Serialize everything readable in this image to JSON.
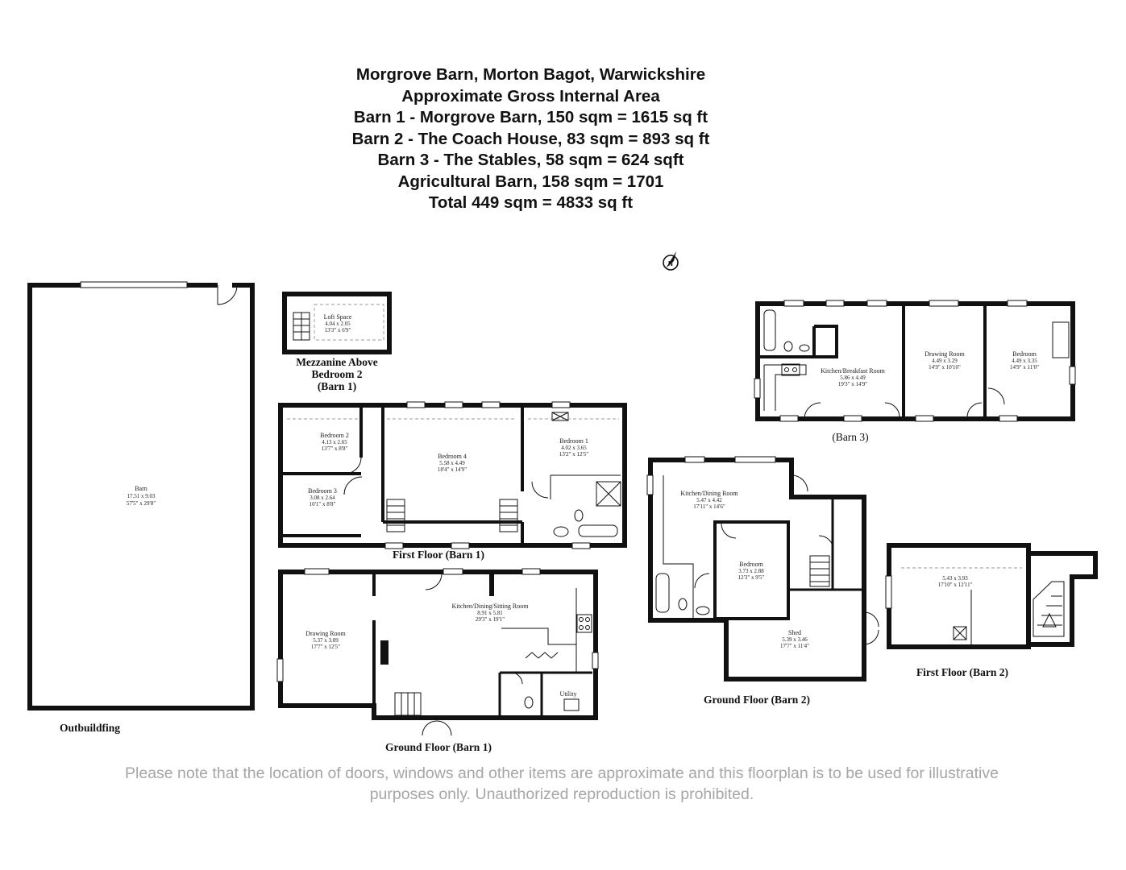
{
  "header": {
    "lines": [
      "Morgrove Barn, Morton Bagot, Warwickshire",
      "Approximate Gross Internal Area",
      "Barn 1 - Morgrove Barn, 150 sqm = 1615 sq ft",
      "Barn 2 - The Coach House, 83 sqm = 893 sq ft",
      "Barn 3 - The Stables, 58 sqm = 624 sqft",
      "Agricultural Barn, 158 sqm = 1701",
      "Total 449 sqm = 4833 sq ft"
    ]
  },
  "compass": {
    "symbol": "N"
  },
  "outbuilding": {
    "label": "Outbuildfing",
    "room": {
      "name": "Barn",
      "metric": "17.51 x 9.03",
      "imperial": "57'5\" x 29'8\""
    }
  },
  "mezzanine": {
    "label_lines": [
      "Mezzanine Above",
      "Bedroom 2",
      "(Barn 1)"
    ],
    "room": {
      "name": "Loft Space",
      "metric": "4.04 x 2.05",
      "imperial": "13'3\" x 6'9\""
    }
  },
  "barn1_first": {
    "label": "First Floor (Barn 1)",
    "rooms": {
      "bedroom2": {
        "name": "Bedroom 2",
        "metric": "4.13 x 2.65",
        "imperial": "13'7\" x 8'8\""
      },
      "bedroom3": {
        "name": "Bedroom 3",
        "metric": "3.08 x 2.64",
        "imperial": "10'1\" x 8'8\""
      },
      "bedroom4": {
        "name": "Bedroom 4",
        "metric": "5.58 x 4.49",
        "imperial": "18'4\" x 14'9\""
      },
      "bedroom1": {
        "name": "Bedroom 1",
        "metric": "4.02 x 3.65",
        "imperial": "13'2\" x 12'5\""
      }
    }
  },
  "barn1_ground": {
    "label": "Ground Floor (Barn 1)",
    "rooms": {
      "drawing": {
        "name": "Drawing Room",
        "metric": "5.37 x 3.89",
        "imperial": "17'7\" x 12'5\""
      },
      "kitchen": {
        "name": "Kitchen/Dining/Sitting Room",
        "metric": "8.91 x 5.81",
        "imperial": "29'3\" x 19'1\""
      },
      "utility": {
        "name": "Utility"
      }
    }
  },
  "barn2_ground": {
    "label": "Ground Floor (Barn 2)",
    "rooms": {
      "kitchen": {
        "name": "Kitchen/Dining Room",
        "metric": "5.47 x 4.42",
        "imperial": "17'11\" x 14'6\""
      },
      "bedroom": {
        "name": "Bedroom",
        "metric": "3.73 x 2.88",
        "imperial": "12'3\" x 9'5\""
      },
      "shed": {
        "name": "Shed",
        "metric": "5.39 x 3.46",
        "imperial": "17'7\" x 11'4\""
      }
    }
  },
  "barn2_first": {
    "label": "First Floor (Barn 2)",
    "room": {
      "metric": "5.43 x 3.93",
      "imperial": "17'10\" x 12'11\""
    }
  },
  "barn3": {
    "label": "(Barn 3)",
    "rooms": {
      "kitchen": {
        "name": "Kitchen/Breakfast Room",
        "metric": "5.86 x 4.49",
        "imperial": "19'3\" x 14'9\""
      },
      "drawing": {
        "name": "Drawing Room",
        "metric": "4.49 x 3.29",
        "imperial": "14'9\" x 10'10\""
      },
      "bedroom": {
        "name": "Bedroom",
        "metric": "4.49 x 3.35",
        "imperial": "14'9\" x 11'0\""
      }
    }
  },
  "disclaimer": {
    "line1": "Please note that the location of doors, windows and other items are approximate and this floorplan is to be used for illustrative",
    "line2": "purposes only. Unauthorized reproduction is prohibited."
  }
}
